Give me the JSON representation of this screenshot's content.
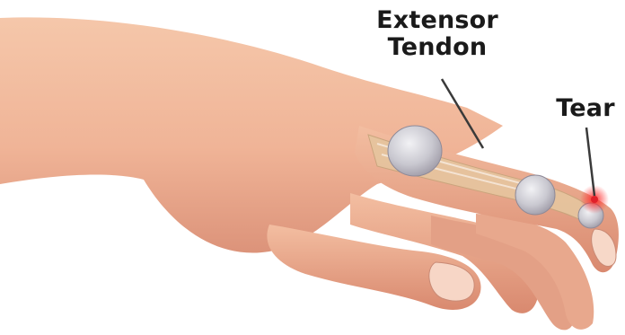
{
  "labels": {
    "extensor_line1": "Extensor",
    "extensor_line2": "Tendon",
    "tear": "Tear"
  },
  "colors": {
    "skin": "#f0b89a",
    "skin_shadow": "#d88d72",
    "tendon": "#e6c49e",
    "joint_capsule": "#cfcfd6",
    "tear_highlight": "#e0202a",
    "label_text": "#1a1a1a",
    "pointer_line": "#3a3a3a"
  }
}
